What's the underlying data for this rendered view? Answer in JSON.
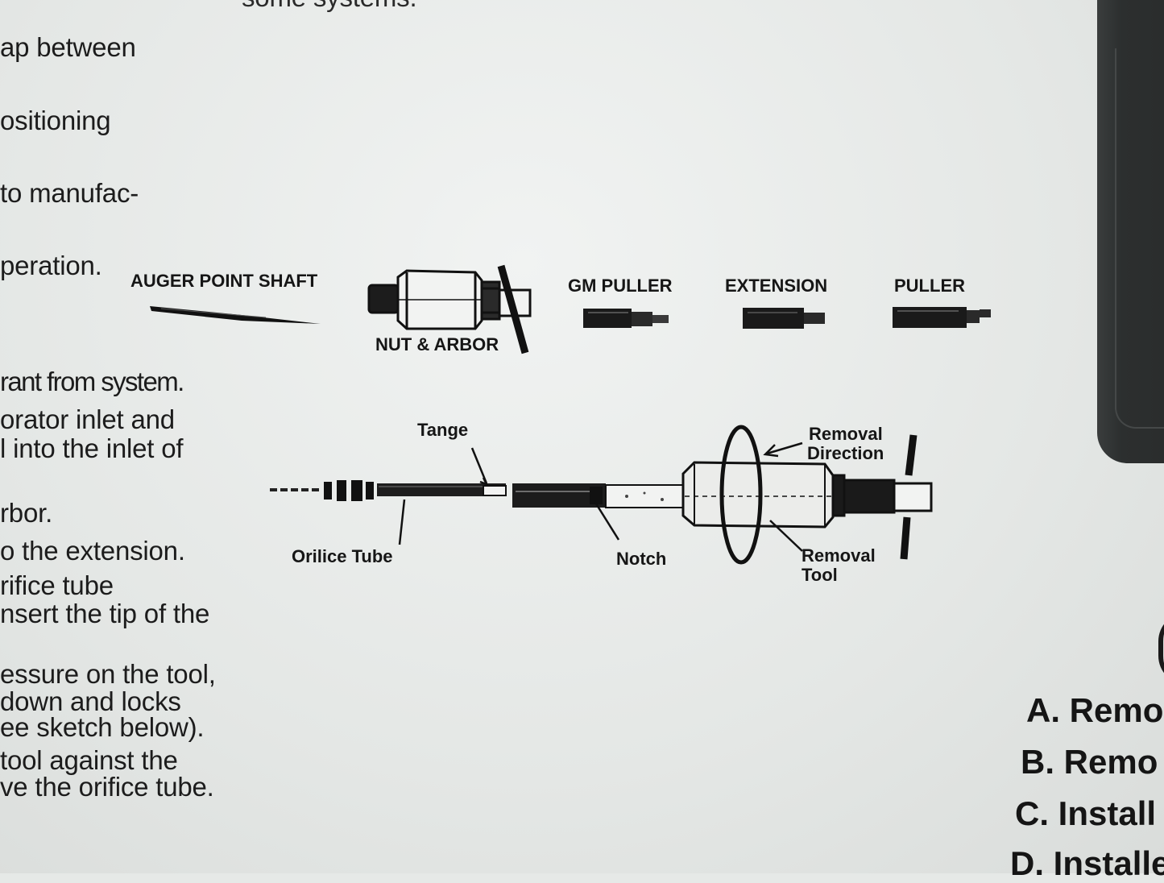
{
  "instructions": {
    "top_partial": "some systems.",
    "lines": [
      "ap between",
      "ositioning",
      "to manufac-",
      "peration.",
      "rant from system.",
      "orator inlet and",
      "l into the inlet of",
      "rbor.",
      "o the extension.",
      "rifice tube",
      "nsert the tip of the",
      "essure on the tool,",
      " down and locks",
      "ee sketch below).",
      "tool against the",
      "ve the orifice tube."
    ]
  },
  "parts_row": {
    "auger": "AUGER POINT SHAFT",
    "nut_arbor": "NUT & ARBOR",
    "gm_puller": "GM PULLER",
    "extension": "EXTENSION",
    "puller": "PULLER"
  },
  "assembly": {
    "tange": "Tange",
    "orifice_tube": "Orilice Tube",
    "notch": "Notch",
    "removal_direction_1": "Removal",
    "removal_direction_2": "Direction",
    "removal_tool_1": "Removal",
    "removal_tool_2": "Tool"
  },
  "side_list": [
    "A. Remo",
    "B. Remo",
    "C. Install",
    "D. Installe"
  ],
  "colors": {
    "paper": "#e9ecea",
    "ink": "#161616",
    "dark_panel": "#2c2f2f"
  }
}
